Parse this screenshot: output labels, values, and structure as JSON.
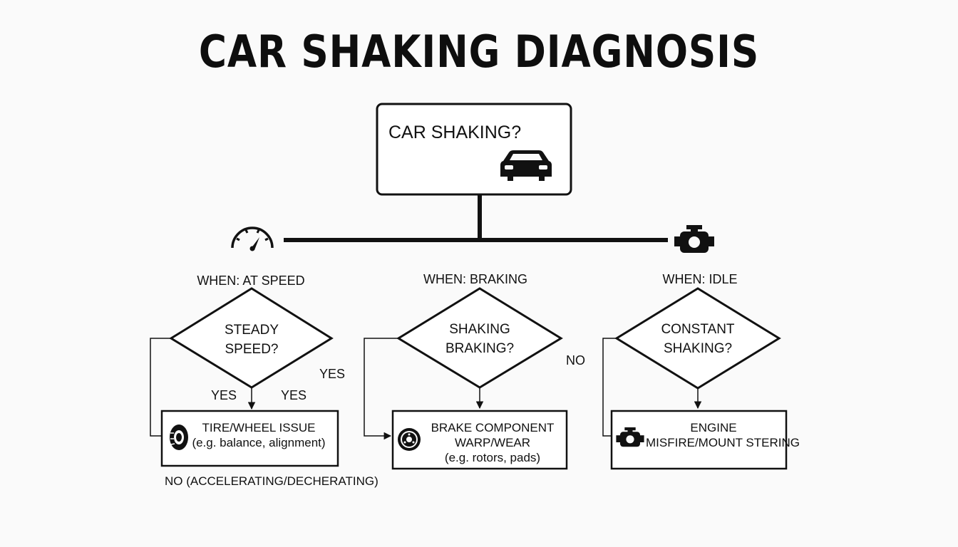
{
  "title": "CAR SHAKING DIAGNOSIS",
  "start": {
    "label": "CAR SHAKING?",
    "icon": "car-icon"
  },
  "branch_icons": {
    "left": "speedometer-icon",
    "right": "engine-icon"
  },
  "branches": [
    {
      "when": "WHEN: AT SPEED",
      "question": [
        "STEADY",
        "SPEED?"
      ],
      "yes_labels": [
        "YES",
        "YES",
        "YES"
      ],
      "no_label": "NO (ACCELERATING/DECHERATING)",
      "result": [
        "TIRE/WHEEL ISSUE",
        "(e.g. balance, alignment)"
      ],
      "result_icon": "tire-icon"
    },
    {
      "when": "WHEN: BRAKING",
      "question": [
        "SHAKING",
        "BRAKING?"
      ],
      "no_label": "NO",
      "result": [
        "BRAKE COMPONENT",
        "WARP/WEAR",
        "(e.g. rotors, pads)"
      ],
      "result_icon": "brake-disc-icon"
    },
    {
      "when": "WHEN: IDLE",
      "question": [
        "CONSTANT",
        "SHAKING?"
      ],
      "result": [
        "ENGINE",
        "MISFIRE/MOUNT STERING"
      ],
      "result_icon": "engine-icon"
    }
  ],
  "colors": {
    "ink": "#111111",
    "background": "#fafafa"
  }
}
